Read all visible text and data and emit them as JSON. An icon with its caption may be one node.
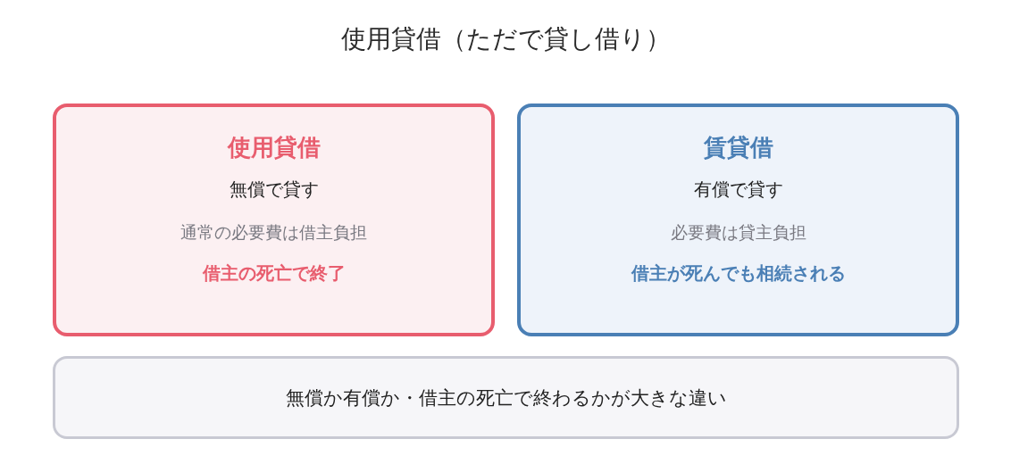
{
  "diagram": {
    "title": "使用貸借（ただで貸し借り）",
    "nodes": [
      {
        "text": [
          "使用貸借",
          "無償で貸す",
          "通常の必要費は借主負担",
          "借主の死亡で終了"
        ]
      },
      {
        "text": [
          "賃貸借",
          "有償で貸す",
          "必要費は貸主負担",
          "借主が死んでも相続される"
        ]
      },
      {
        "text": [
          "無償か有償か・借主の死亡で終わるかが大きな違い"
        ]
      }
    ]
  }
}
